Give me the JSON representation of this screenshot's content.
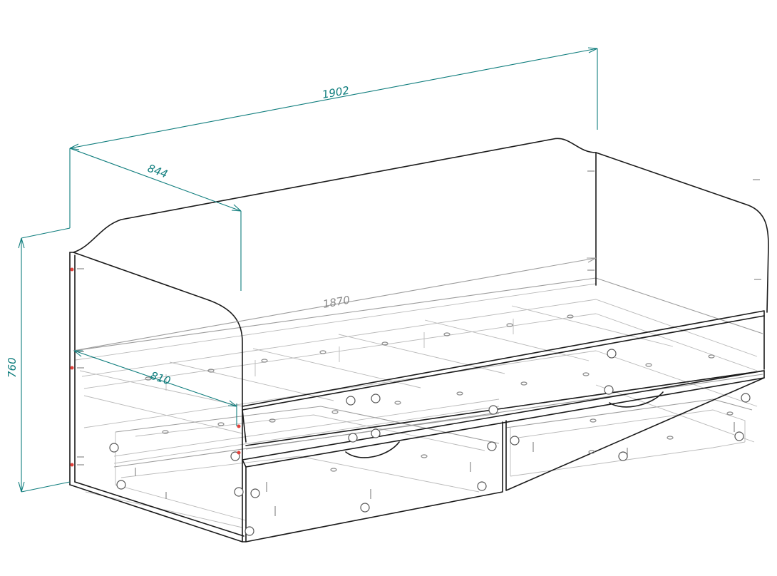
{
  "colors": {
    "dimension": "#0f7d7d",
    "outline": "#1a1a1a",
    "hidden_line": "#b9b9b9",
    "marker": "#e2413b"
  },
  "dimensions": {
    "overall_length": "1902",
    "depth": "844",
    "inner_length": "1870",
    "inner_depth": "810",
    "height": "760"
  }
}
